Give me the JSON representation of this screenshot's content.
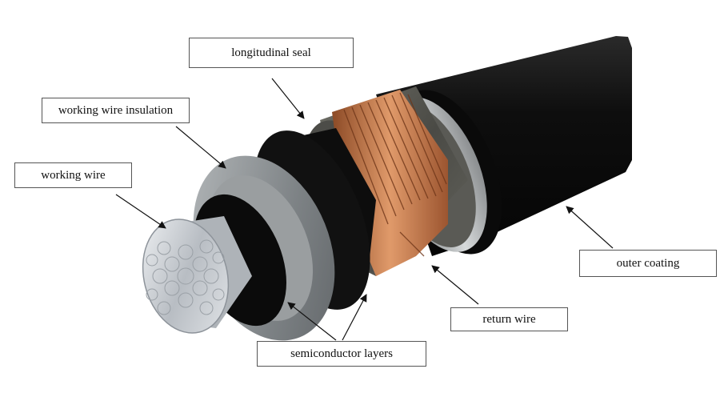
{
  "labels": {
    "longitudinal_seal": "longitudinal seal",
    "working_wire_insulation": "working wire insulation",
    "working_wire": "working wire",
    "outer_coating": "outer coating",
    "return_wire": "return wire",
    "semiconductor_layers": "semiconductor layers"
  },
  "colors": {
    "outer_coating": "#141414",
    "seal_tape": "#5e5e58",
    "copper": "#b86a3e",
    "insulation": "#8a8f91",
    "semiconductor": "#0c0c0c",
    "conductor": "#c9cdd2",
    "arrow": "#111111"
  }
}
